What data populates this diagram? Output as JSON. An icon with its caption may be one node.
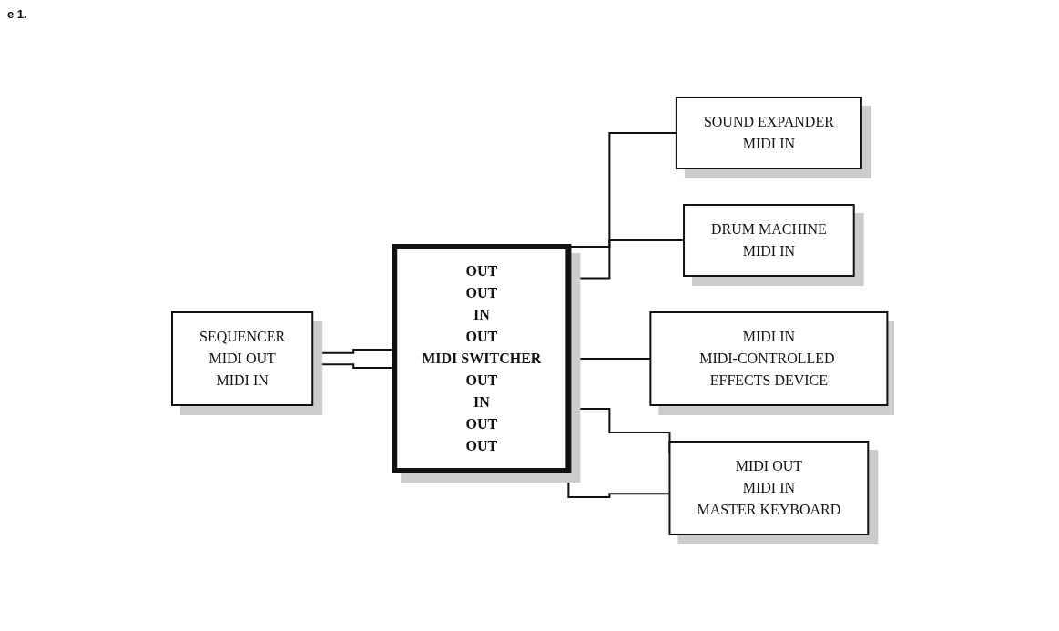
{
  "diagram": {
    "nodes": [
      {
        "text": [
          "SOUND EXPANDER",
          "MIDI IN"
        ]
      },
      {
        "text": [
          "DRUM MACHINE",
          "MIDI IN"
        ]
      },
      {
        "text": [
          "SEQUENCER",
          "MIDI OUT",
          "MIDI IN"
        ]
      },
      {
        "text": [
          "OUT",
          "OUT",
          "IN",
          "OUT",
          "MIDI SWITCHER",
          "OUT",
          "IN",
          "OUT",
          "OUT"
        ]
      },
      {
        "text": [
          "MIDI IN",
          "MIDI-CONTROLLED EFFECTS DEVICE"
        ]
      },
      {
        "text": [
          "MIDI OUT",
          "MIDI IN",
          "MASTER KEYBOARD"
        ]
      }
    ],
    "edges": [
      {
        "from": 2,
        "to": 3,
        "arrow": "none"
      },
      {
        "from": 3,
        "to": 0,
        "arrow": "none"
      },
      {
        "from": 2,
        "to": 3,
        "arrow": "none"
      },
      {
        "from": 3,
        "to": 1,
        "arrow": "none"
      },
      {
        "from": 3,
        "to": 4,
        "arrow": "none"
      },
      {
        "from": 5,
        "to": 3,
        "arrow": "none"
      },
      {
        "from": 3,
        "to": 5,
        "arrow": "none"
      }
    ],
    "labels": [
      "e 1."
    ]
  }
}
